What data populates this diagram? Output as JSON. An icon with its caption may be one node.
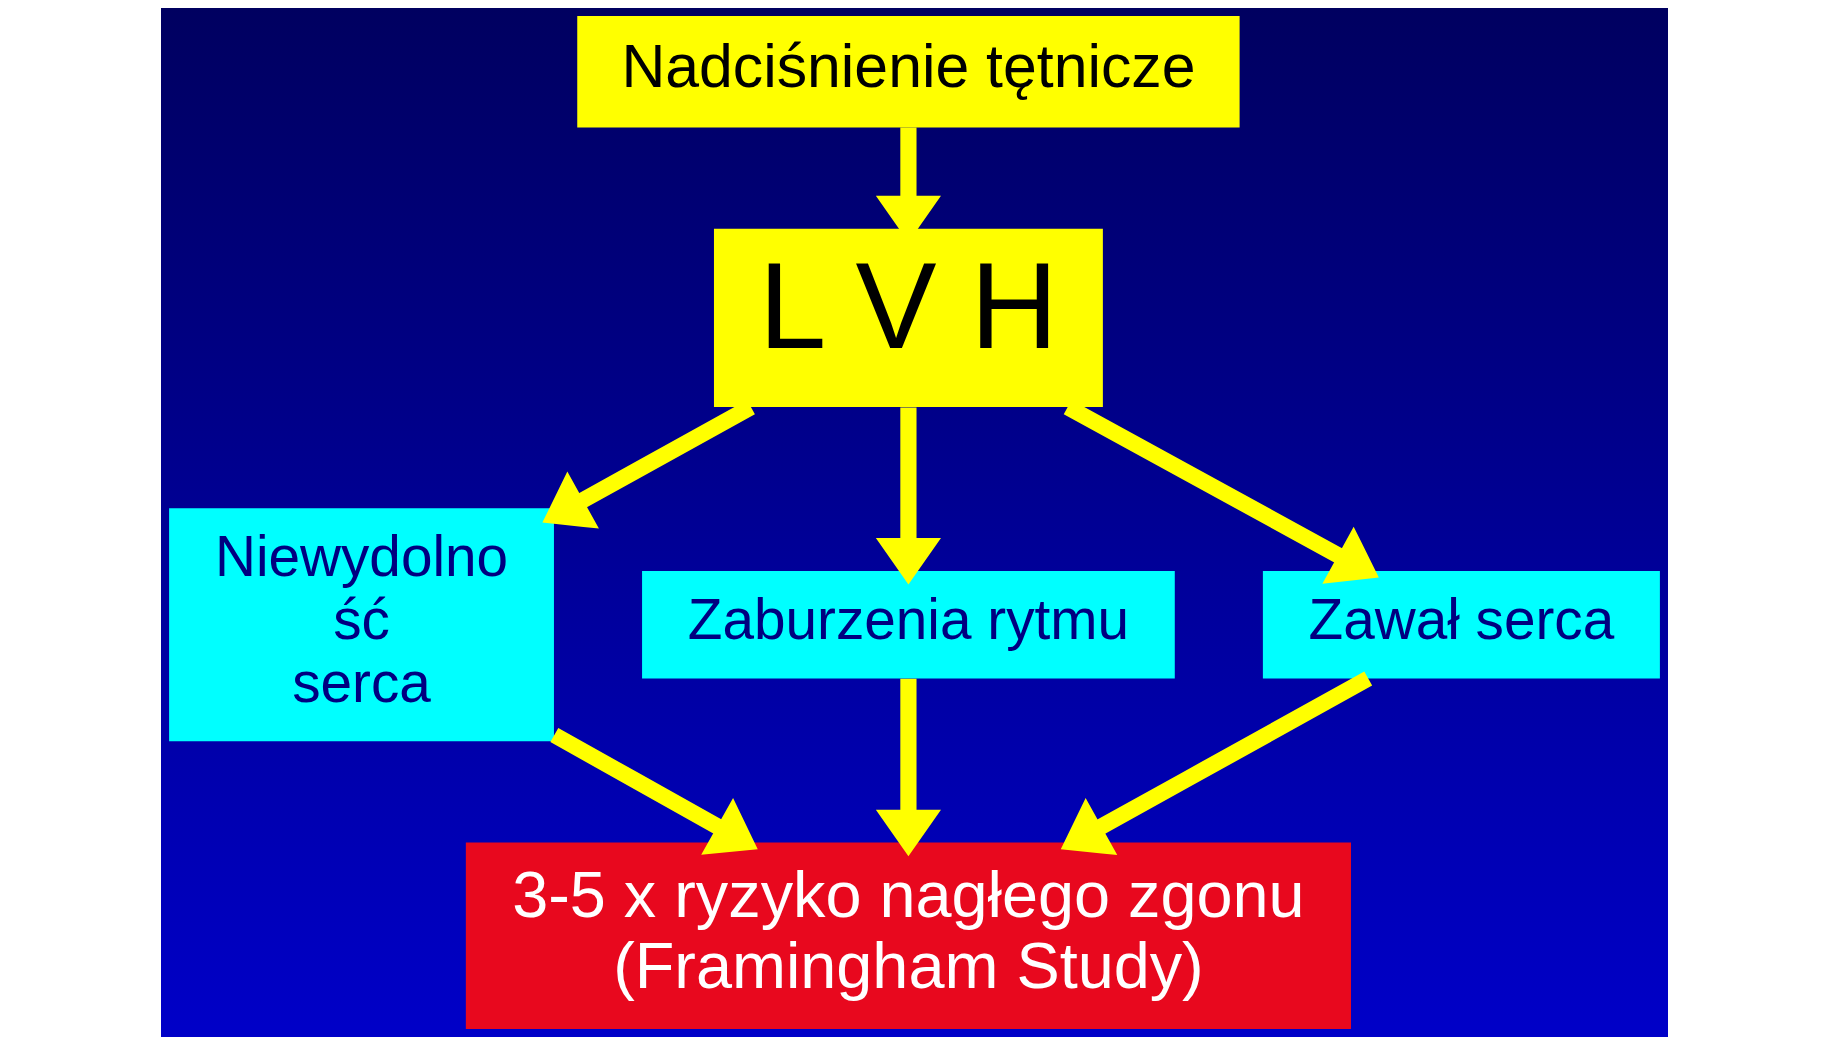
{
  "diagram": {
    "nodes": [
      {
        "text": [
          "Nadciśnienie tętnicze"
        ]
      },
      {
        "text": [
          "L V H"
        ]
      },
      {
        "text": [
          "Niewydolno ść serca"
        ]
      },
      {
        "text": [
          "Zaburzenia rytmu"
        ]
      },
      {
        "text": [
          "Zawał serca"
        ]
      },
      {
        "text": [
          "3-5 x ryzyko nagłego zgonu (Framingham Study)"
        ]
      }
    ],
    "edges": [
      {
        "from": 0,
        "to": 1,
        "arrow": "to"
      },
      {
        "from": 1,
        "to": 2,
        "arrow": "to"
      },
      {
        "from": 1,
        "to": 3,
        "arrow": "to"
      },
      {
        "from": 1,
        "to": 4,
        "arrow": "to"
      },
      {
        "from": 2,
        "to": 5,
        "arrow": "to"
      },
      {
        "from": 3,
        "to": 5,
        "arrow": "to"
      },
      {
        "from": 4,
        "to": 5,
        "arrow": "to"
      }
    ]
  }
}
